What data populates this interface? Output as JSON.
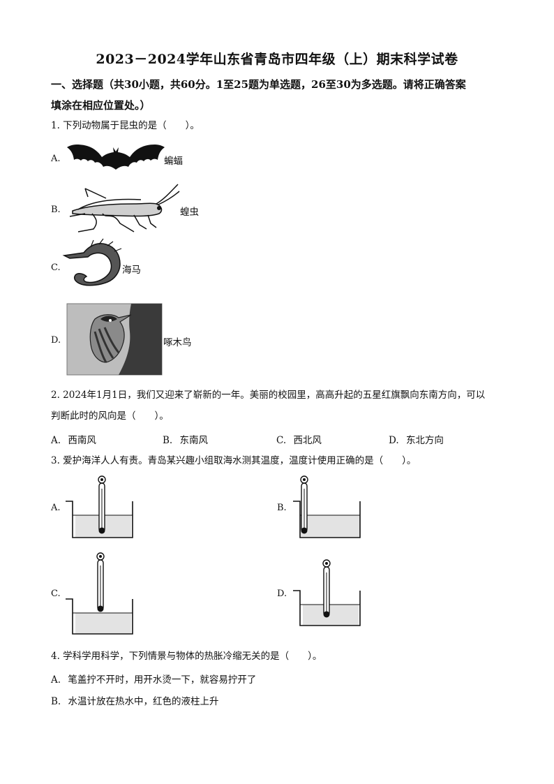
{
  "exam": {
    "title": "2023－2024学年山东省青岛市四年级（上）期末科学试卷",
    "section1": {
      "heading_line1": "一、选择题（共30小题，共60分。1至25题为单选题，26至30为多选题。请将正确答案",
      "heading_line2": "填涂在相应位置处。）"
    }
  },
  "questions": {
    "q1": {
      "stem": "1. 下列动物属于昆虫的是（　　）。",
      "options": [
        {
          "letter": "A.",
          "name": "蝙蝠",
          "icon": "bat"
        },
        {
          "letter": "B.",
          "name": "蝗虫",
          "icon": "grasshopper"
        },
        {
          "letter": "C.",
          "name": "海马",
          "icon": "seahorse"
        },
        {
          "letter": "D.",
          "name": "啄木鸟",
          "icon": "woodpecker"
        }
      ]
    },
    "q2": {
      "stem_line1": "2. 2024年1月1日，我们又迎来了崭新的一年。美丽的校园里，高高升起的五星红旗飘向东南方向，可以",
      "stem_line2": "判断此时的风向是（　　）。",
      "options": [
        {
          "letter": "A.",
          "text": "西南风"
        },
        {
          "letter": "B.",
          "text": "东南风"
        },
        {
          "letter": "C.",
          "text": "西北风"
        },
        {
          "letter": "D.",
          "text": "东北方向"
        }
      ]
    },
    "q3": {
      "stem": "3. 爱护海洋人人有责。青岛某兴趣小组取海水测其温度，温度计使用正确的是（　　）。",
      "options": [
        {
          "letter": "A.",
          "icon": "thermometer-beaker"
        },
        {
          "letter": "B.",
          "icon": "thermometer-beaker"
        },
        {
          "letter": "C.",
          "icon": "thermometer-beaker"
        },
        {
          "letter": "D.",
          "icon": "thermometer-beaker"
        }
      ]
    },
    "q4": {
      "stem": "4. 学科学用科学，下列情景与物体的热胀冷缩无关的是（　　）。",
      "options": [
        {
          "letter": "A.",
          "text": "笔盖拧不开时，用开水烫一下，就容易拧开了"
        },
        {
          "letter": "B.",
          "text": "水温计放在热水中，红色的液柱上升"
        }
      ]
    }
  }
}
